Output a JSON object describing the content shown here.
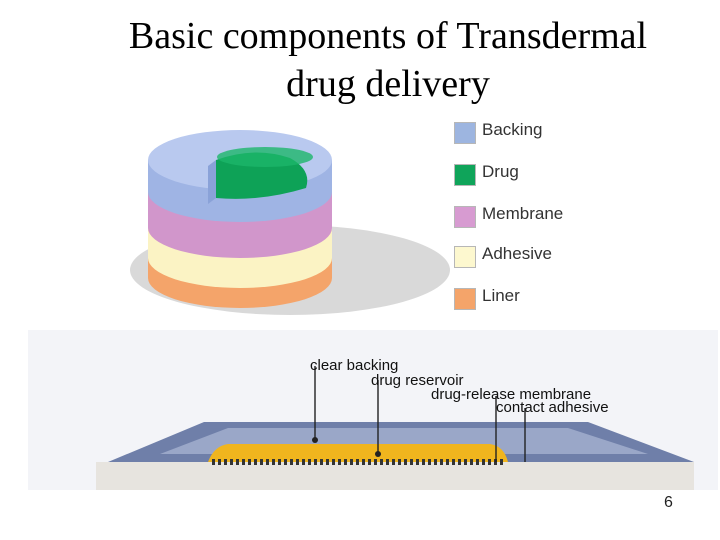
{
  "title": {
    "line1": "Basic components of Transdermal",
    "line2": "drug delivery"
  },
  "legend": [
    {
      "label": "Backing",
      "color": "#9db5e0"
    },
    {
      "label": "Drug",
      "color": "#0fa45a"
    },
    {
      "label": "Membrane",
      "color": "#d79bd1"
    },
    {
      "label": "Adhesive",
      "color": "#fdf8cf"
    },
    {
      "label": "Liner",
      "color": "#f4a46a"
    }
  ],
  "patch_callouts": {
    "clear_backing": "clear backing",
    "drug_reservoir": "drug reservoir",
    "release_membrane": "drug-release membrane",
    "contact_adhesive": "contact adhesive"
  },
  "page_number": "6"
}
